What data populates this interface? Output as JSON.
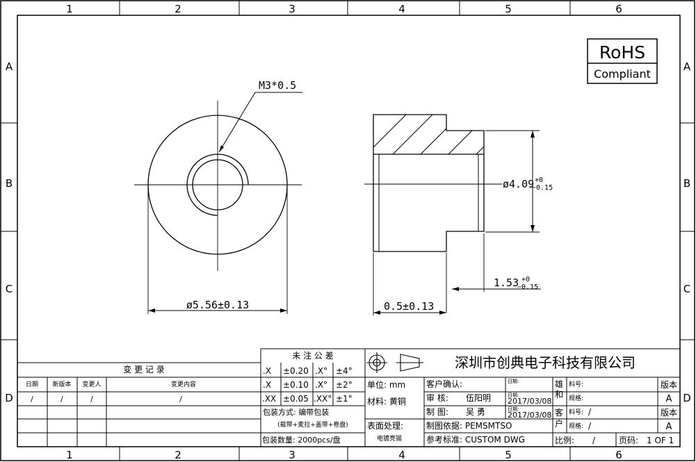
{
  "zones": {
    "columns": [
      "1",
      "2",
      "3",
      "4",
      "5",
      "6"
    ],
    "rows": [
      "A",
      "B",
      "C",
      "D"
    ]
  },
  "rohs": {
    "title": "RoHS",
    "subtitle": "Compliant"
  },
  "dimensions": {
    "thread": "M3*0.5",
    "outer_dia": "ø5.56±0.13",
    "flange_thk": "0.5±0.13",
    "shank_dia_base": "ø4.09",
    "shank_dia_upper": "+0",
    "shank_dia_lower": "−0.15",
    "length_base": "1.53",
    "length_upper": "+0",
    "length_lower": "−0.15"
  },
  "change_record": {
    "title": "变 更 记 录",
    "headers": [
      "日期",
      "新版本",
      "变更人",
      "变更内容"
    ],
    "values": [
      "/",
      "/",
      "/",
      "/"
    ]
  },
  "tolerance": {
    "title": "未 注 公 差",
    "rows": [
      [
        ".X",
        "±0.20",
        ".X°",
        "±4°"
      ],
      [
        ".X",
        "±0.10",
        ".X°",
        "±2°"
      ],
      [
        ".XX",
        "±0.05",
        ".XX°",
        "±1°"
      ]
    ],
    "packing_method": "包装方式: 编带包装",
    "packing_note": "(载带+麦拉+盖带+卷盘)",
    "packing_qty": "包装数量: 2000pcs/盘"
  },
  "spec": {
    "unit": "单位: mm",
    "material": "材料: 黄铜",
    "surface_label": "表面处理:",
    "surface_value": "电镀亮锡"
  },
  "company": "深圳市创典电子科技有限公司",
  "approval": {
    "customer_confirm": "客户确认:",
    "review_label": "审    核:",
    "reviewer": "伍阳明",
    "draw_label": "制    图:",
    "drawer": "吴  勇",
    "date_label": "日期:",
    "date_review": "2017/03/08",
    "date_draw": "2017/03/08",
    "basis": "制图依据: PEMSMTSO",
    "standard": "参考标准: CUSTOM  DWG"
  },
  "partinfo": {
    "brand1": "雄",
    "brand2": "和",
    "cust1": "客",
    "cust2": "户",
    "part_no_label": "料号:",
    "spec_label": "规格:",
    "part_no_value": "/",
    "spec_value": "/"
  },
  "revision": {
    "label": "版本",
    "value1": "A",
    "value2": "A"
  },
  "footer": {
    "scale_label": "比例:",
    "scale_value": "/",
    "page_label": "页码:",
    "page_value": "1  OF  1"
  }
}
